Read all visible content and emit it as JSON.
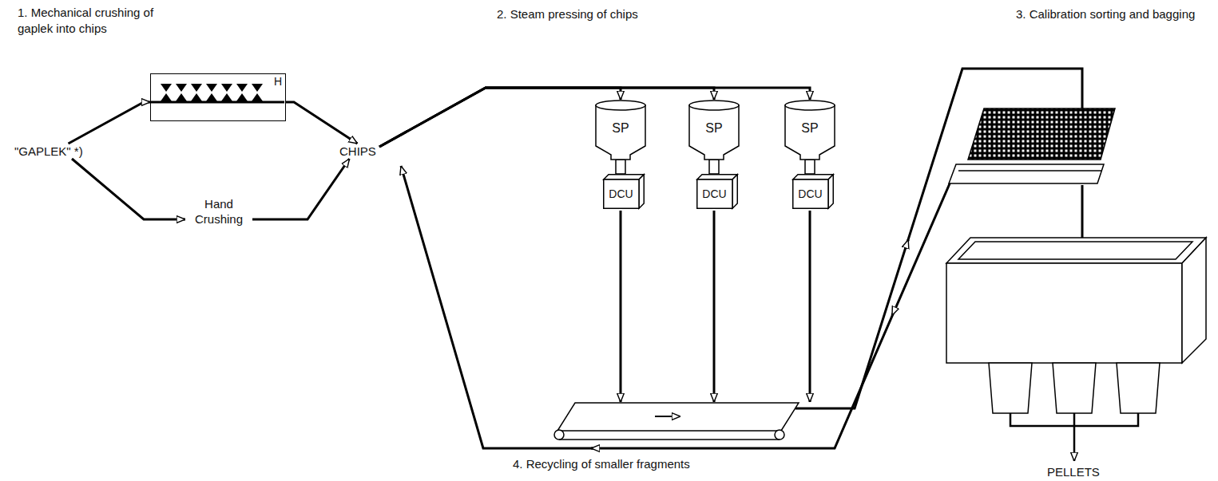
{
  "diagram": {
    "nodes": [
      {
        "text": [
          "\"GAPLEK\" *)"
        ]
      },
      {
        "text": [
          "H"
        ]
      },
      {
        "text": [
          "Hand Crushing"
        ]
      },
      {
        "text": [
          "CHIPS"
        ]
      },
      {
        "text": [
          "SP"
        ]
      },
      {
        "text": [
          "SP"
        ]
      },
      {
        "text": [
          "SP"
        ]
      },
      {
        "text": [
          "DCU"
        ]
      },
      {
        "text": [
          "DCU"
        ]
      },
      {
        "text": [
          "DCU"
        ]
      },
      {
        "text": [
          "PELLETS"
        ]
      }
    ],
    "edges": [
      {
        "from": 0,
        "to": 1,
        "arrow": "to"
      },
      {
        "from": 1,
        "to": 3,
        "arrow": "to"
      },
      {
        "from": 0,
        "to": 2,
        "arrow": "to"
      },
      {
        "from": 2,
        "to": 3,
        "arrow": "to"
      },
      {
        "from": 3,
        "to": 4,
        "arrow": "to"
      },
      {
        "from": 3,
        "to": 5,
        "arrow": "to"
      },
      {
        "from": 3,
        "to": 6,
        "arrow": "to"
      },
      {
        "from": 4,
        "to": 7,
        "arrow": "none"
      },
      {
        "from": 5,
        "to": 8,
        "arrow": "none"
      },
      {
        "from": 6,
        "to": 9,
        "arrow": "none"
      }
    ],
    "labels": [
      "1. Mechanical crushing of gaplek into chips",
      "2. Steam pressing of chips",
      "3. Calibration sorting and bagging",
      "4. Recycling of smaller fragments"
    ]
  }
}
